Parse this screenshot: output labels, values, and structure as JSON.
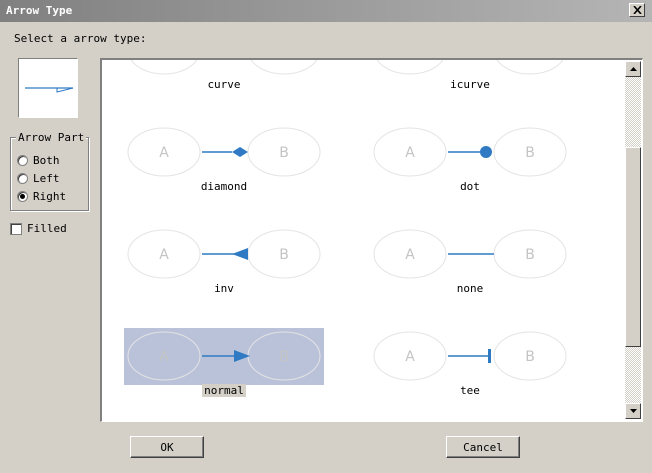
{
  "window": {
    "title": "Arrow Type",
    "close_label": "×"
  },
  "prompt": "Select a arrow type:",
  "arrow_part": {
    "legend": "Arrow Part",
    "options": [
      {
        "label": "Both",
        "selected": false
      },
      {
        "label": "Left",
        "selected": false
      },
      {
        "label": "Right",
        "selected": true
      }
    ]
  },
  "filled": {
    "label": "Filled",
    "checked": false
  },
  "node_labels": {
    "a": "A",
    "b": "B"
  },
  "arrow_types": [
    {
      "name": "curve",
      "selected": false
    },
    {
      "name": "icurve",
      "selected": false
    },
    {
      "name": "diamond",
      "selected": false
    },
    {
      "name": "dot",
      "selected": false
    },
    {
      "name": "inv",
      "selected": false
    },
    {
      "name": "none",
      "selected": false
    },
    {
      "name": "normal",
      "selected": true
    },
    {
      "name": "tee",
      "selected": false
    }
  ],
  "buttons": {
    "ok": "OK",
    "cancel": "Cancel"
  },
  "colors": {
    "edge": "#2f7ac3",
    "node_stroke": "#e4e4e4",
    "node_text": "#c4c4c4",
    "selection": "#b9c2d9",
    "label_highlight": "#d4d0c8"
  }
}
